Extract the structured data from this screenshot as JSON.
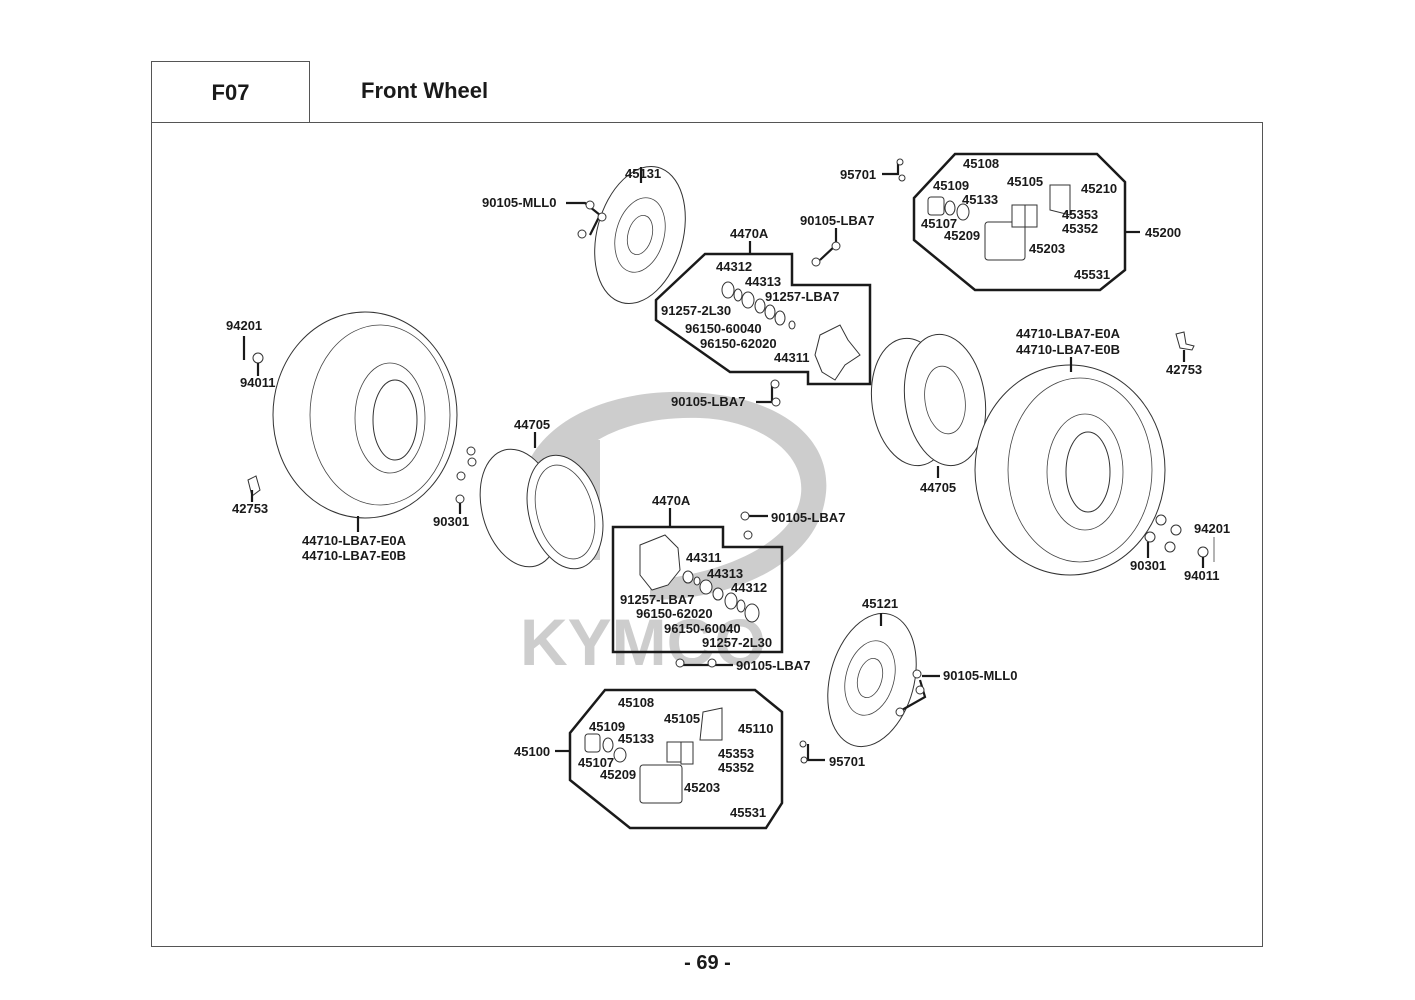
{
  "header": {
    "section_code": "F07",
    "title": "Front Wheel"
  },
  "watermark": {
    "brand": "KYMCO",
    "color": "#c8c8c8"
  },
  "footer": {
    "page_number": "- 69 -"
  },
  "parts": {
    "disc_upper": "45131",
    "bolt_disc_upper": "90105-MLL0",
    "hub_assy_upper": "4470A",
    "bolt_hub_upper_top": "90105-LBA7",
    "bolt_hub_upper_bottom": "90105-LBA7",
    "hub_upper_items": {
      "seal_outer": "44312",
      "collar": "44313",
      "seal_lba7": "91257-LBA7",
      "seal_2l30": "91257-2L30",
      "bearing_60040": "96150-60040",
      "bearing_62020": "96150-62020",
      "spacer": "44311"
    },
    "caliper_upper": {
      "assy": "45200",
      "bleeder": "95701",
      "item_45108": "45108",
      "item_45109": "45109",
      "item_45105": "45105",
      "bracket": "45210",
      "item_45133": "45133",
      "item_45107": "45107",
      "item_45209": "45209",
      "item_45353": "45353",
      "item_45352": "45352",
      "pin": "45203",
      "clip": "45531"
    },
    "left_wheel": {
      "valve_cap": "94201",
      "nut": "94011",
      "valve": "42753",
      "tire_a": "44710-LBA7-E0A",
      "tire_b": "44710-LBA7-E0B",
      "wheel_nuts": "90301",
      "rim": "44705"
    },
    "right_wheel": {
      "tire_a": "44710-LBA7-E0A",
      "tire_b": "44710-LBA7-E0B",
      "valve": "42753",
      "rim": "44705",
      "wheel_nuts": "90301",
      "valve_cap": "94201",
      "nut": "94011"
    },
    "hub_assy_lower": "4470A",
    "bolt_hub_lower_top": "90105-LBA7",
    "bolt_hub_lower_bottom": "90105-LBA7",
    "hub_lower_items": {
      "spacer": "44311",
      "collar": "44313",
      "seal_outer": "44312",
      "seal_lba7": "91257-LBA7",
      "bearing_62020": "96150-62020",
      "bearing_60040": "96150-60040",
      "seal_2l30": "91257-2L30"
    },
    "disc_lower": "45121",
    "bolt_disc_lower": "90105-MLL0",
    "caliper_lower": {
      "assy": "45100",
      "bleeder": "95701",
      "item_45108": "45108",
      "item_45109": "45109",
      "item_45105": "45105",
      "bracket": "45110",
      "item_45133": "45133",
      "item_45107": "45107",
      "item_45209": "45209",
      "item_45353": "45353",
      "item_45352": "45352",
      "pin": "45203",
      "clip": "45531"
    }
  }
}
